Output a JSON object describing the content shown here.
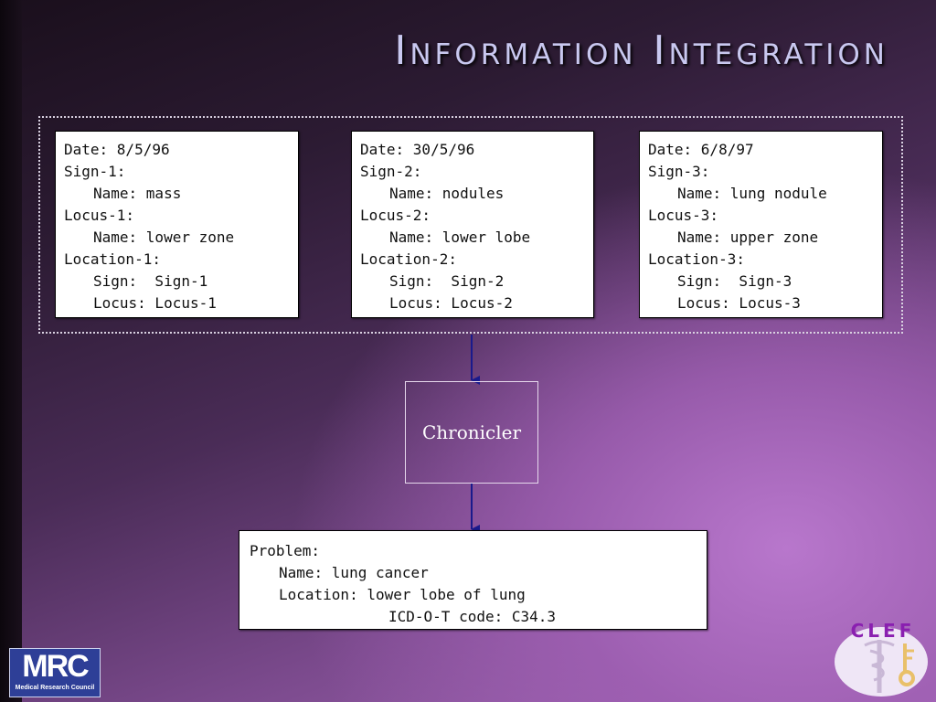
{
  "slide": {
    "title": "Information Integration"
  },
  "records": [
    {
      "date": "Date: 8/5/96",
      "sign_header": "Sign-1:",
      "sign_name": "Name: mass",
      "locus_header": "Locus-1:",
      "locus_name": "Name: lower zone",
      "location_header": "Location-1:",
      "location_sign": "Sign:  Sign-1",
      "location_locus": "Locus: Locus-1"
    },
    {
      "date": "Date: 30/5/96",
      "sign_header": "Sign-2:",
      "sign_name": "Name: nodules",
      "locus_header": "Locus-2:",
      "locus_name": "Name: lower lobe",
      "location_header": "Location-2:",
      "location_sign": "Sign:  Sign-2",
      "location_locus": "Locus: Locus-2"
    },
    {
      "date": "Date: 6/8/97",
      "sign_header": "Sign-3:",
      "sign_name": "Name: lung nodule",
      "locus_header": "Locus-3:",
      "locus_name": "Name: upper zone",
      "location_header": "Location-3:",
      "location_sign": "Sign:  Sign-3",
      "location_locus": "Locus: Locus-3"
    }
  ],
  "process": {
    "label": "Chronicler"
  },
  "problem": {
    "header": "Problem:",
    "name": "Name: lung cancer",
    "location": "Location: lower lobe of lung",
    "code": "ICD-O-T code: C34.3"
  },
  "logos": {
    "mrc_letters": "MRC",
    "mrc_subtitle": "Medical Research Council",
    "clef_word": "CLEF"
  },
  "colors": {
    "title": "#c9c8f0",
    "arrow": "#1a1a8c",
    "mrc_blue": "#2e3f97",
    "clef_purple": "#8a1fb0"
  }
}
